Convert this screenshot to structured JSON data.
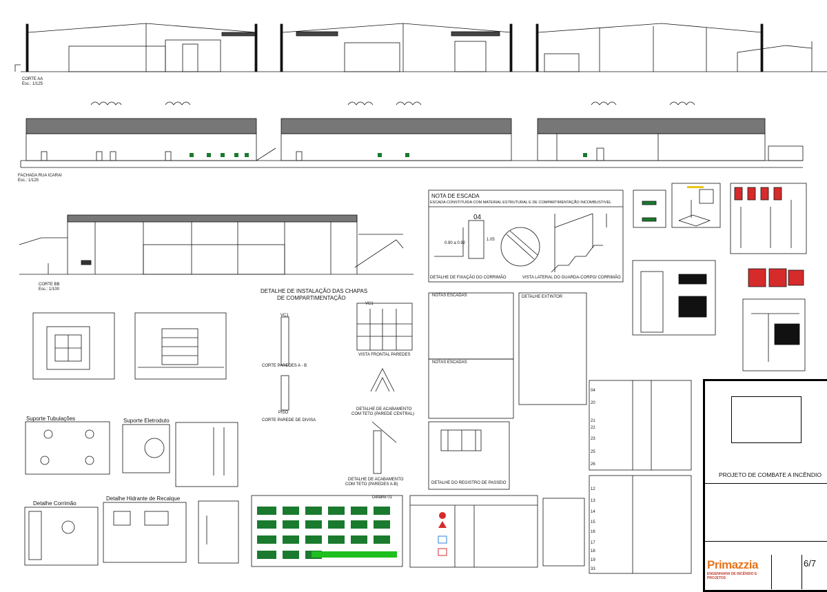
{
  "views": {
    "corte_aa": {
      "title": "CORTE AA",
      "scale": "Esc.: 1/125"
    },
    "fachada": {
      "title": "FACHADA RUA ICARAI",
      "scale": "Esc.: 1/125"
    },
    "corte_bb": {
      "title": "CORTE BB",
      "scale": "Esc.: 1/100"
    }
  },
  "nota_escada": {
    "title": "NOTA DE ESCADA",
    "subtitle": "ESCADA CONSTITUIDA COM MATERIAL ESTRUTURAL E DE COMPARTIMENTAÇÃO INCOMBUSTIVEL",
    "caption_left": "DETALHE DE FIXAÇÃO DO CORRIMÃO",
    "caption_right": "VISTA LATERAL DO GUARDA-CORPO/ CORRIMÃO",
    "dim_04": "04",
    "dim_090": "0.90 a 0.92",
    "dim_105": "1.05"
  },
  "compartimentacao": {
    "title_line1": "DETALHE DE INSTALAÇÃO DAS CHAPAS",
    "title_line2": "DE COMPARTIMENTAÇÃO",
    "corte_ab": "CORTE PAREDES A - B",
    "corte_divisa": "CORTE PAREDE DE DIVISA",
    "vista_frontal": "VISTA FRONTAL PAREDES",
    "acab_central_1": "DETALHE DE ACABAMENTO",
    "acab_central_2": "COM TETO (PAREDE CENTRAL)",
    "acab_ab_1": "DETALHE DE ACABAMENTO",
    "acab_ab_2": "COM TETO (PAREDES A-B)",
    "tag_vc1": "VC1",
    "tag_piso": "PISO"
  },
  "notas_escadas": {
    "title1": "NOTAS ESCADAS",
    "title2": "NOTAS ESCADAS"
  },
  "detalhe_extintor": {
    "title": "DETALHE EXTINTOR"
  },
  "suporte_tubulacoes": {
    "title": "Suporte Tubulações"
  },
  "suporte_eletroduto": {
    "title": "Suporte Eletroduto"
  },
  "detalhe_corrimao": {
    "title": "Detalhe Corrimão"
  },
  "detalhe_hidrante": {
    "title": "Detalhe Hidrante de Recalque"
  },
  "detalhe_01": {
    "title": "Detalhe 01"
  },
  "registro_passeio": {
    "caption": "DETALHE DO REGISTRO DE PASSEIO"
  },
  "legend_numbers_top": [
    "04",
    "20",
    "21",
    "22",
    "23",
    "25",
    "26"
  ],
  "legend_numbers_bottom": [
    "12",
    "13",
    "14",
    "15",
    "16",
    "17",
    "18",
    "19",
    "33"
  ],
  "title_block": {
    "project": "PROJETO DE COMBATE A INCÊNDIO",
    "company": "Primazzia",
    "company_tag": "ENGENHARIA DE INCÊNDIO E PROJETOS",
    "sheet": "6/7"
  },
  "colors": {
    "line": "#111111",
    "red": "#d62b2b",
    "green": "#1fbf1f",
    "orange": "#e8731a",
    "sign_green": "#1a7a2e",
    "blue": "#2a7fd6"
  }
}
